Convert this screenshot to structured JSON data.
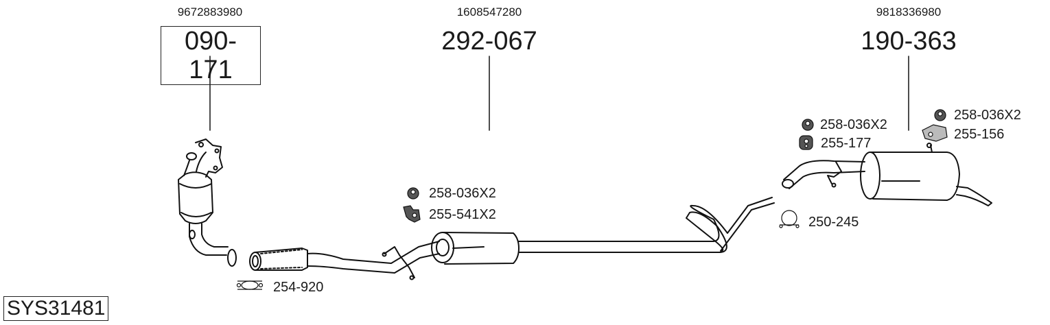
{
  "system": {
    "code": "SYS31481"
  },
  "parts": [
    {
      "oe_number": "9672883980",
      "part_number": "090-171",
      "name": "catalytic-converter",
      "boxed": true
    },
    {
      "oe_number": "1608547280",
      "part_number": "292-067",
      "name": "middle-silencer"
    },
    {
      "oe_number": "9818336980",
      "part_number": "190-363",
      "name": "rear-silencer"
    }
  ],
  "accessories": {
    "front_clamp": {
      "label": "254-920",
      "icon": "clamp-icon"
    },
    "middle_nut": {
      "label": "258-036X2",
      "icon": "nut-icon"
    },
    "middle_mount": {
      "label": "255-541X2",
      "icon": "rubber-mount-icon"
    },
    "rear_nut_left": {
      "label": "258-036X2",
      "icon": "nut-icon"
    },
    "rear_mount_left": {
      "label": "255-177",
      "icon": "rubber-mount-icon"
    },
    "rear_nut_right": {
      "label": "258-036X2",
      "icon": "nut-icon"
    },
    "rear_mount_right": {
      "label": "255-156",
      "icon": "bracket-icon"
    },
    "rear_clamp": {
      "label": "250-245",
      "icon": "u-clamp-icon"
    }
  }
}
